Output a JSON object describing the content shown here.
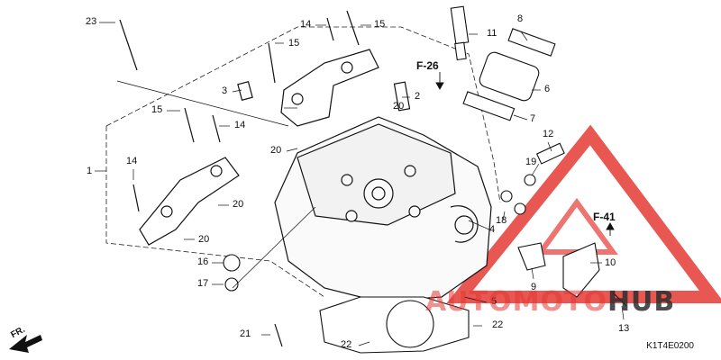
{
  "diagram": {
    "callouts": [
      "1",
      "2",
      "3",
      "4",
      "5",
      "6",
      "7",
      "8",
      "9",
      "10",
      "11",
      "12",
      "13",
      "14",
      "14",
      "14",
      "15",
      "15",
      "15",
      "16",
      "17",
      "18",
      "19",
      "20",
      "20",
      "20",
      "20",
      "21",
      "22",
      "22",
      "23"
    ],
    "references": [
      "F-26",
      "F-41"
    ],
    "front_marker": "FR.",
    "drawing_code": "K1T4E0200"
  },
  "watermark": {
    "text_red": "AUTOMOTO",
    "text_dark": "HUB",
    "color_red": "#e53935",
    "color_dark": "#2e2e2e"
  }
}
